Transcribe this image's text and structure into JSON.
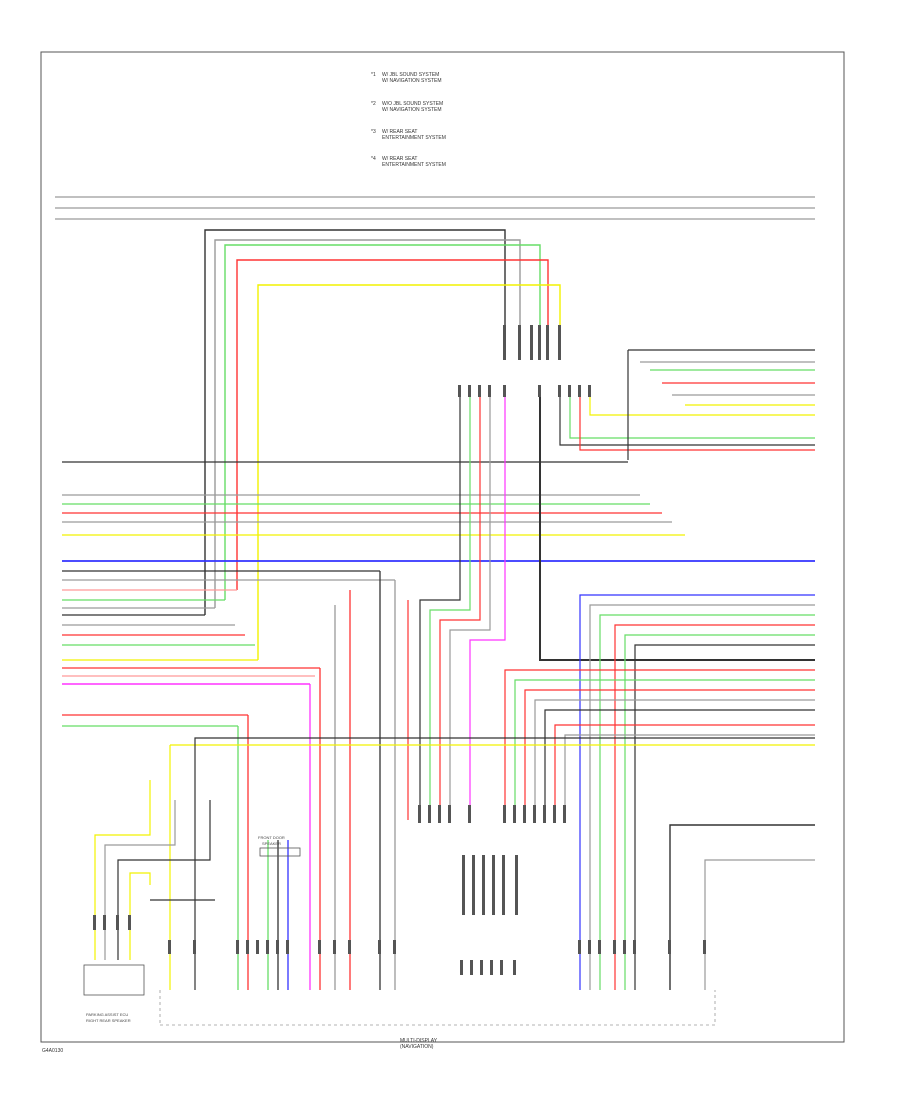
{
  "diagram": {
    "legend": [
      {
        "marker": "*1",
        "line1": "W/ JBL SOUND SYSTEM",
        "line2": "W/ NAVIGATION SYSTEM"
      },
      {
        "marker": "*2",
        "line1": "W/O JBL SOUND SYSTEM",
        "line2": "W/ NAVIGATION SYSTEM"
      },
      {
        "marker": "*3",
        "line1": "W/ REAR SEAT",
        "line2": "ENTERTAINMENT SYSTEM"
      },
      {
        "marker": "*4",
        "line1": "W/ REAR SEAT",
        "line2": "ENTERTAINMENT SYSTEM"
      }
    ],
    "component_a": {
      "line1": "FRONT DOOR",
      "line2": "SPEAKER"
    },
    "component_b": {
      "line1": "PARKING ASSIST ECU",
      "line2": "RIGHT REAR SPEAKER"
    },
    "component_c": {
      "line1": "MULTI-DISPLAY",
      "line2": "(NAVIGATION)"
    },
    "page_code": "G4A0130",
    "colors": {
      "black": "#333333",
      "gray": "#9a9a9a",
      "red": "#ff3333",
      "green": "#66dd66",
      "yellow": "#f2f200",
      "blue": "#3333ff",
      "magenta": "#ff33ff",
      "pink": "#ff9999"
    }
  }
}
